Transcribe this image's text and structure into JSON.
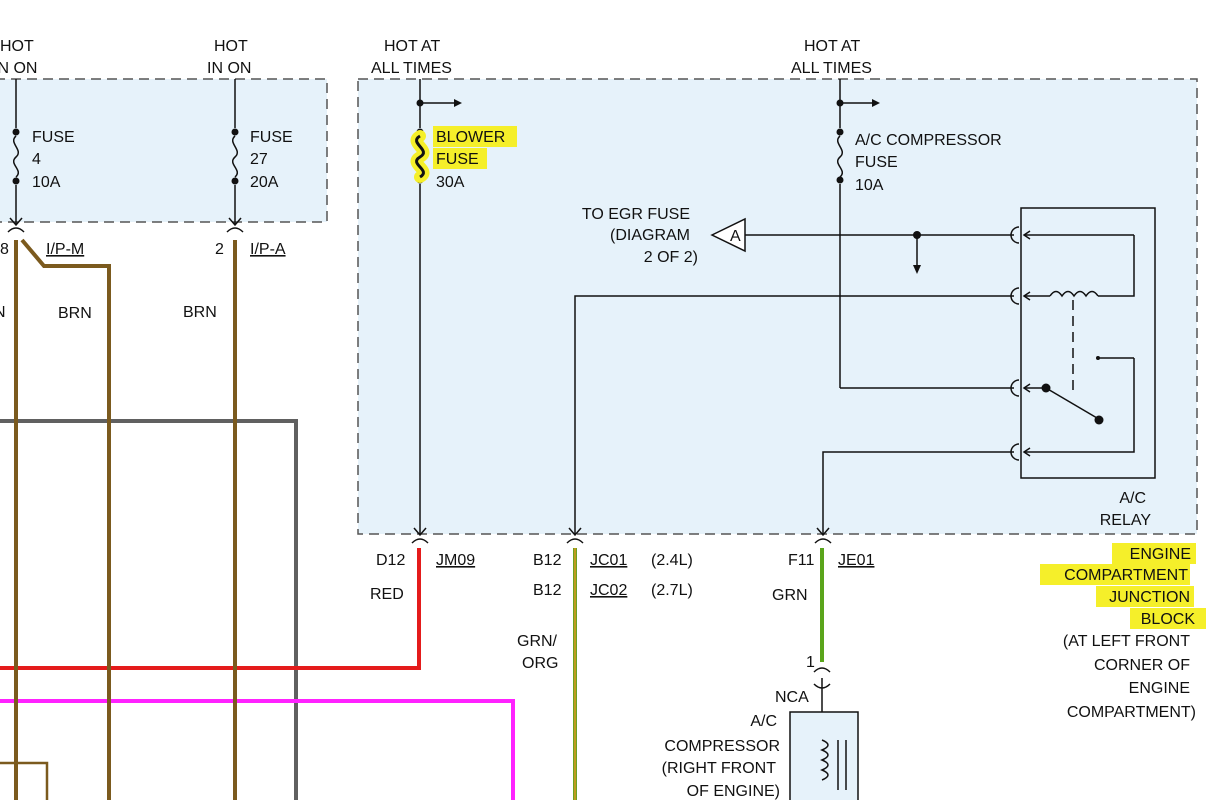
{
  "colors": {
    "block_fill": "#e6f2fa",
    "block_border": "#555555",
    "brown_wire": "#7b5a1e",
    "gray_wire": "#606060",
    "red_wire": "#e41b1b",
    "magenta_wire": "#ff22ff",
    "green_wire": "#5aa51b",
    "green_orange_wire": "#6ea020",
    "highlight": "#f5ef2a",
    "black_line": "#111111"
  },
  "top": {
    "hot_in_on_a": "HOT",
    "hot_in_on_a2": "IN ON",
    "hot_in_on_b": "HOT",
    "hot_in_on_b2": "IN ON",
    "hot_all_times_a": "HOT AT",
    "hot_all_times_a2": "ALL TIMES",
    "hot_all_times_b": "HOT AT",
    "hot_all_times_b2": "ALL TIMES"
  },
  "fuses": {
    "fuse4": {
      "name": "FUSE",
      "number": "4",
      "rating": "10A"
    },
    "fuse27": {
      "name": "FUSE",
      "number": "27",
      "rating": "20A"
    },
    "blower": {
      "name1": "BLOWER",
      "name2": "FUSE",
      "rating": "30A"
    },
    "ac_comp": {
      "name1": "A/C COMPRESSOR",
      "name2": "FUSE",
      "rating": "10A"
    }
  },
  "connectors": {
    "left_pin": "8",
    "ip_m": "I/P-M",
    "pin2": "2",
    "ip_a": "I/P-A",
    "d12": "D12",
    "jm09": "JM09",
    "b12a": "B12",
    "jc01": "JC01",
    "jc01_note": "(2.4L)",
    "b12b": "B12",
    "jc02": "JC02",
    "jc02_note": "(2.7L)",
    "f11": "F11",
    "je01": "JE01",
    "nca_pin": "1",
    "nca": "NCA"
  },
  "wires": {
    "brn_left": "N",
    "brn_mid": "BRN",
    "brn_right": "BRN",
    "red": "RED",
    "grn_org_1": "GRN/",
    "grn_org_2": "ORG",
    "grn": "GRN"
  },
  "egr": {
    "line1": "TO EGR FUSE",
    "line2": "(DIAGRAM",
    "line3": "2 OF 2)",
    "ref": "A"
  },
  "relay": {
    "line1": "A/C",
    "line2": "RELAY"
  },
  "block_label": {
    "line1": "ENGINE",
    "line2": "COMPARTMENT",
    "line3": "JUNCTION",
    "line4": "BLOCK",
    "line5": "(AT LEFT FRONT",
    "line6": "CORNER OF",
    "line7": "ENGINE",
    "line8": "COMPARTMENT)"
  },
  "compressor": {
    "line1": "A/C",
    "line2": "COMPRESSOR",
    "line3": "(RIGHT FRONT",
    "line4": "OF ENGINE)"
  }
}
